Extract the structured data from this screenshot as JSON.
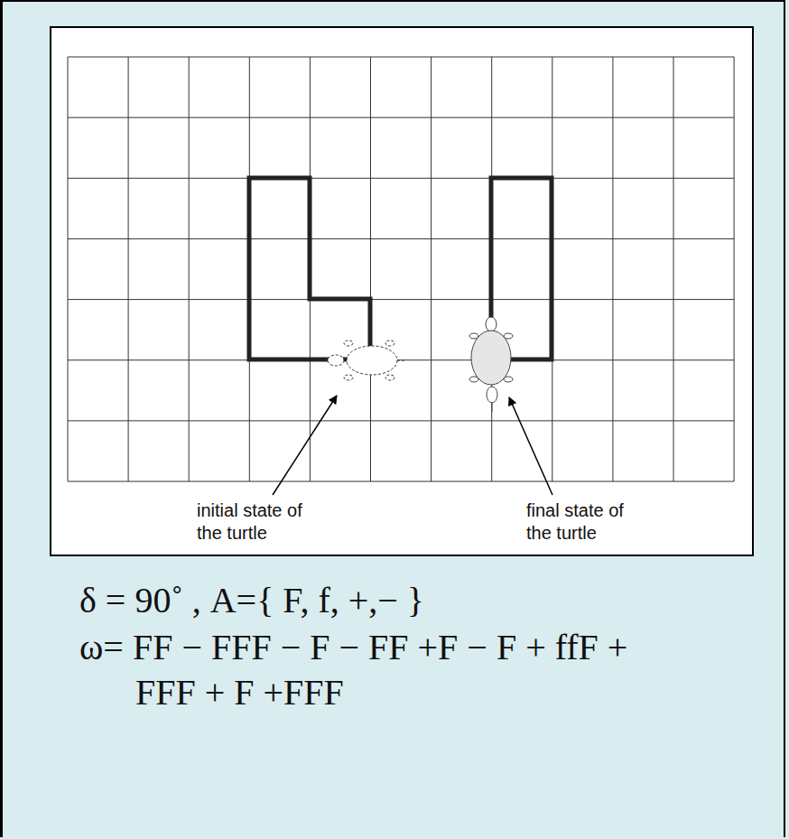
{
  "diagram": {
    "labels": [
      "initial state of the turtle",
      "final state of the turtle",
      "δ = 90˚  , A={ F, f, +,− }",
      "ω= FF − FFF − F − FF +F − F + ffF + FFF + F +FFF"
    ]
  }
}
